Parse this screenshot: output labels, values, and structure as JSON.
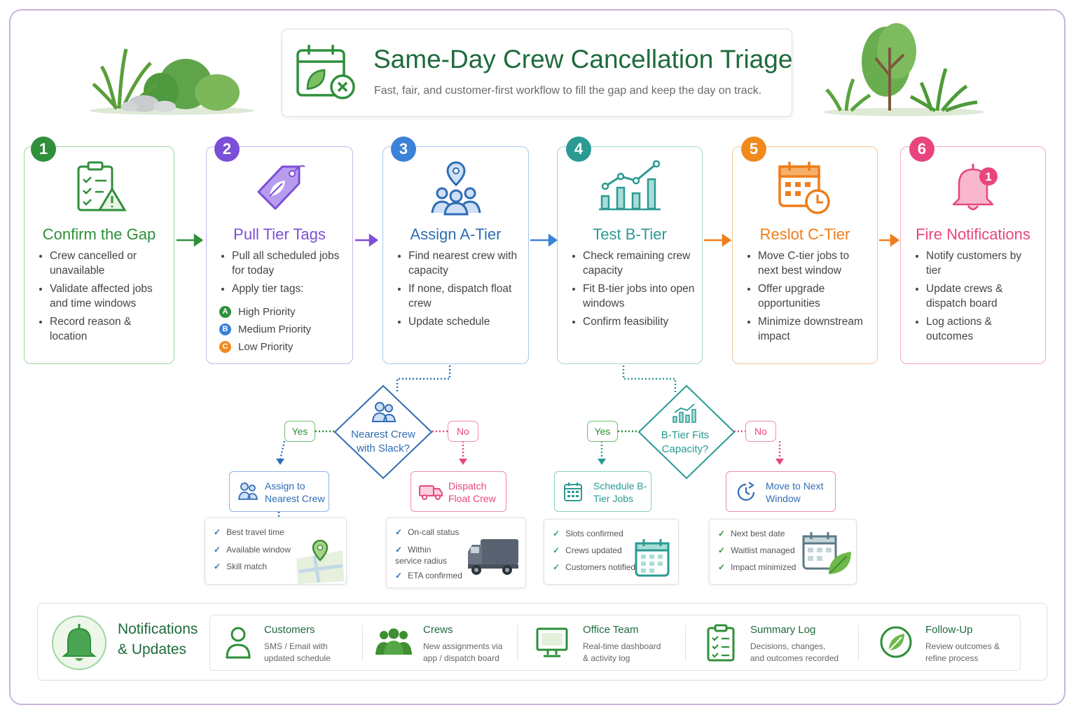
{
  "header": {
    "title": "Same-Day Crew Cancellation Triage",
    "subtitle": "Fast, fair, and customer-first workflow to fill the gap and keep the day on track."
  },
  "steps": [
    {
      "num": "1",
      "title": "Confirm the Gap",
      "color": "#2f8f3a",
      "icon": "clipboard-warning-icon",
      "bullets": [
        "Crew cancelled or unavailable",
        "Validate affected jobs and time windows",
        "Record reason & location"
      ]
    },
    {
      "num": "2",
      "title": "Pull Tier Tags",
      "color": "#7b4fd6",
      "icon": "tag-leaf-icon",
      "bullets": [
        "Pull all scheduled jobs for today",
        "Apply tier tags:"
      ],
      "tiers": [
        {
          "letter": "A",
          "label": "High Priority",
          "color": "#2f8f3a"
        },
        {
          "letter": "B",
          "label": "Medium Priority",
          "color": "#3b82d8"
        },
        {
          "letter": "C",
          "label": "Low Priority",
          "color": "#f08a1c"
        }
      ]
    },
    {
      "num": "3",
      "title": "Assign A-Tier",
      "color": "#2f6db5",
      "icon": "crew-location-icon",
      "bullets": [
        "Find nearest crew with capacity",
        "If none, dispatch float crew",
        "Update schedule"
      ]
    },
    {
      "num": "4",
      "title": "Test B-Tier",
      "color": "#2a9a93",
      "icon": "bar-chart-icon",
      "bullets": [
        "Check remaining crew capacity",
        "Fit B-tier jobs into open windows",
        "Confirm feasibility"
      ]
    },
    {
      "num": "5",
      "title": "Reslot C-Tier",
      "color": "#ef7d1a",
      "icon": "calendar-clock-icon",
      "bullets": [
        "Move C-tier jobs to next best window",
        "Offer upgrade opportunities",
        "Minimize downstream impact"
      ]
    },
    {
      "num": "6",
      "title": "Fire Notifications",
      "color": "#e8457f",
      "icon": "bell-alert-icon",
      "badge_count": "1",
      "bullets": [
        "Notify customers by tier",
        "Update crews & dispatch board",
        "Log actions & outcomes"
      ]
    }
  ],
  "decision_a": {
    "question": "Nearest Crew with Slack?",
    "yes": "Yes",
    "no": "No",
    "yes_action": "Assign to Nearest Crew",
    "no_action": "Dispatch Float Crew",
    "yes_checks": [
      "Best travel time",
      "Available window",
      "Skill match"
    ],
    "no_checks": [
      "On-call status",
      "Within service radius",
      "ETA confirmed"
    ]
  },
  "decision_b": {
    "question": "B-Tier Fits Capacity?",
    "yes": "Yes",
    "no": "No",
    "yes_action": "Schedule B-Tier Jobs",
    "no_action": "Move to Next Window",
    "yes_checks": [
      "Slots confirmed",
      "Crews updated",
      "Customers notified"
    ],
    "no_checks": [
      "Next best date",
      "Waitlist managed",
      "Impact minimized"
    ]
  },
  "notifications": {
    "title": "Notifications & Updates",
    "items": [
      {
        "title": "Customers",
        "desc": "SMS / Email with updated schedule",
        "icon": "person-icon"
      },
      {
        "title": "Crews",
        "desc": "New assignments via app / dispatch board",
        "icon": "team-icon"
      },
      {
        "title": "Office Team",
        "desc": "Real-time dashboard & activity log",
        "icon": "monitor-icon"
      },
      {
        "title": "Summary Log",
        "desc": "Decisions, changes, and outcomes recorded",
        "icon": "checklist-icon"
      },
      {
        "title": "Follow-Up",
        "desc": "Review outcomes & refine process",
        "icon": "leaf-icon"
      }
    ]
  }
}
